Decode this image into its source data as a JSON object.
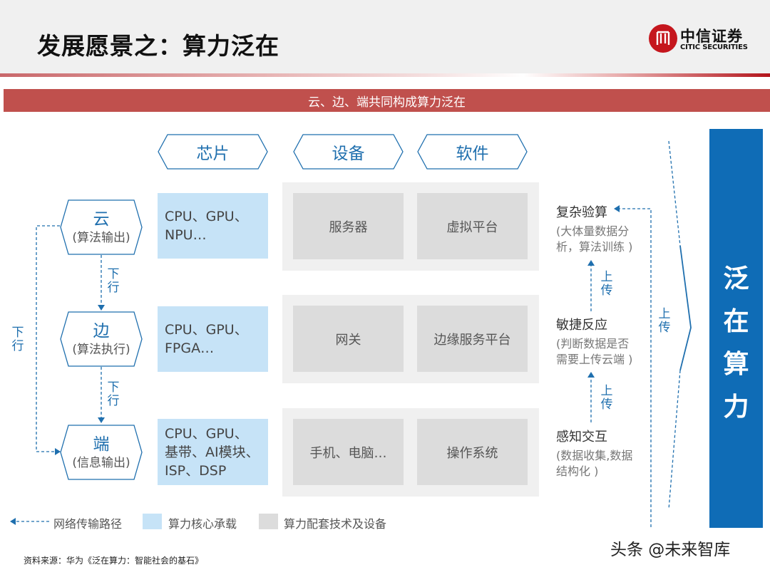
{
  "header": {
    "title": "发展愿景之：算力泛在",
    "logo": {
      "cn": "中信证券",
      "en": "CITIC SECURITIES",
      "icon": "citic-logo-icon"
    }
  },
  "banner": {
    "text": "云、边、端共同构成算力泛在"
  },
  "columns": [
    {
      "label": "芯片"
    },
    {
      "label": "设备"
    },
    {
      "label": "软件"
    }
  ],
  "tiers": [
    {
      "name": "云",
      "role": "(算法输出)",
      "chips": "CPU、GPU、NPU…",
      "device": "服务器",
      "software": "虚拟平台"
    },
    {
      "name": "边",
      "role": "(算法执行)",
      "chips": "CPU、GPU、FPGA…",
      "device": "网关",
      "software": "边缘服务平台"
    },
    {
      "name": "端",
      "role": "(信息输出)",
      "chips": "CPU、GPU、基带、AI模块、ISP、DSP",
      "device": "手机、电脑…",
      "software": "操作系统"
    }
  ],
  "chip_lines": [
    [
      "CPU、GPU、",
      "NPU…"
    ],
    [
      "CPU、GPU、",
      "FPGA…"
    ],
    [
      "CPU、GPU、",
      "基带、AI模块、",
      "ISP、DSP"
    ]
  ],
  "flows": {
    "down_label": "下行",
    "down_chars": [
      "下",
      "行"
    ],
    "up_label": "上传",
    "up_chars": [
      "上",
      "传"
    ]
  },
  "stages": [
    {
      "title": "复杂验算",
      "desc_lines": [
        "(大体量数据分",
        "析，算法训练 )"
      ]
    },
    {
      "title": "敏捷反应",
      "desc_lines": [
        "(判断数据是否",
        "需要上传云端 )"
      ]
    },
    {
      "title": "感知交互",
      "desc_lines": [
        "(数据收集,数据",
        "结构化 )"
      ]
    }
  ],
  "summary": {
    "chars": [
      "泛",
      "在",
      "算",
      "力"
    ],
    "text": "泛在算力"
  },
  "legend": [
    {
      "label": "网络传输路径",
      "icon": "dashed-arrow-icon"
    },
    {
      "label": "算力核心承载",
      "color": "#c6e3f7"
    },
    {
      "label": "算力配套技术及设备",
      "color": "#dcdcdc"
    }
  ],
  "source": "资料来源：华为《泛在算力：智能社会的基石》",
  "watermark": "头条 @未来智库",
  "colors": {
    "accent_blue": "#0f6cb6",
    "banner_red": "#c0504d",
    "text_blue": "#1f6fae",
    "chip_blue": "#c6e3f7",
    "gray_cell": "#dcdcdc"
  }
}
